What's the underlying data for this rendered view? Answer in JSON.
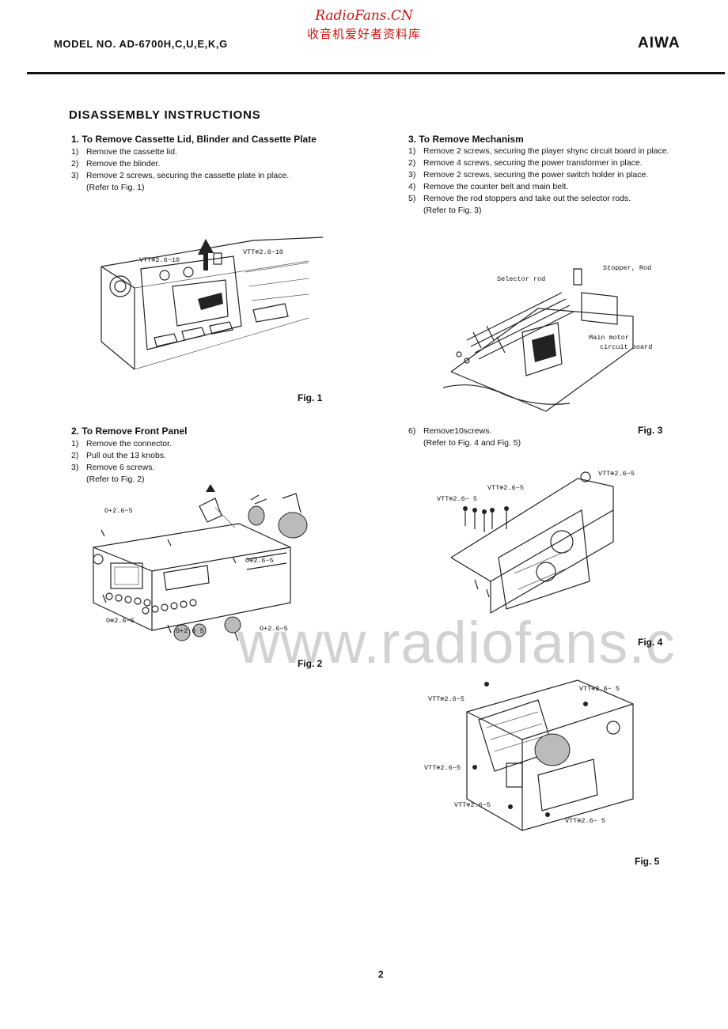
{
  "header": {
    "model": "MODEL NO. AD-6700H,C,U,E,K,G",
    "site_name": "RadioFans.CN",
    "site_subtitle": "收音机爱好者资料库",
    "brand": "AIWA"
  },
  "title": "DISASSEMBLY INSTRUCTIONS",
  "sections": [
    {
      "heading": "1. To Remove Cassette Lid, Blinder and Cassette Plate",
      "steps": [
        {
          "num": "1)",
          "text": "Remove the cassette lid."
        },
        {
          "num": "2)",
          "text": "Remove the blinder."
        },
        {
          "num": "3)",
          "text": "Remove 2 screws, securing the cassette plate in place."
        }
      ],
      "ref": "(Refer to Fig. 1)"
    },
    {
      "heading": "2. To Remove Front Panel",
      "steps": [
        {
          "num": "1)",
          "text": "Remove the connector."
        },
        {
          "num": "2)",
          "text": "Pull out the 13 knobs."
        },
        {
          "num": "3)",
          "text": "Remove 6 screws."
        }
      ],
      "ref": "(Refer to Fig. 2)"
    },
    {
      "heading": "3. To Remove Mechanism",
      "steps": [
        {
          "num": "1)",
          "text": "Remove 2 screws, securing the player shync circuit board in place."
        },
        {
          "num": "2)",
          "text": "Remove 4 screws, securing the power transformer in place."
        },
        {
          "num": "3)",
          "text": "Remove 2 screws, securing the power switch holder in place."
        },
        {
          "num": "4)",
          "text": "Remove the counter belt and main belt."
        },
        {
          "num": "5)",
          "text": "Remove the rod stoppers and take out the selector rods."
        }
      ],
      "ref": "(Refer to Fig. 3)"
    }
  ],
  "step6": {
    "num": "6)",
    "text": "Remove10screws.",
    "ref": "(Refer to Fig. 4 and Fig. 5)"
  },
  "figures": {
    "fig1": {
      "caption": "Fig. 1",
      "labels": [
        "VTT⊕2.6−10",
        "VTT⊕2.6−10"
      ]
    },
    "fig2": {
      "caption": "Fig. 2",
      "labels": [
        "O+2.6−5",
        "O⊕2.6−5",
        "O⊕2.6−5",
        "O+2.6 5",
        "O+2.6−5"
      ]
    },
    "fig3": {
      "caption": "Fig. 3",
      "labels": [
        "Stopper, Rod",
        "Selector rod",
        "Main motor",
        "circuit board"
      ]
    },
    "fig4": {
      "caption": "Fig. 4",
      "labels": [
        "VTT⊕2.6−5",
        "VTT⊕2.6−5",
        "VTT⊕2.6− 5"
      ]
    },
    "fig5": {
      "caption": "Fig. 5",
      "labels": [
        "VTT⊕2.6−5",
        "VTT⊕2.6− 5",
        "VTT⊕2.6−5",
        "VTT⊕2.6−5",
        "VTT⊕2.6− 5"
      ]
    }
  },
  "watermark": "www.radiofans.c",
  "page_number": "2"
}
